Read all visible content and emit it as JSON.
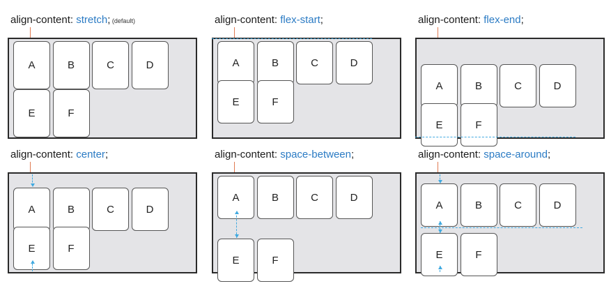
{
  "panels": [
    {
      "id": "stretch",
      "property": "align-content: ",
      "value": "stretch",
      "suffix": ";",
      "note": " (default)",
      "items": [
        "A",
        "B",
        "C",
        "D",
        "E",
        "F"
      ]
    },
    {
      "id": "flex-start",
      "property": "align-content: ",
      "value": "flex-start",
      "suffix": ";",
      "note": "",
      "items": [
        "A",
        "B",
        "C",
        "D",
        "E",
        "F"
      ]
    },
    {
      "id": "flex-end",
      "property": "align-content: ",
      "value": "flex-end",
      "suffix": ";",
      "note": "",
      "items": [
        "A",
        "B",
        "C",
        "D",
        "E",
        "F"
      ]
    },
    {
      "id": "center",
      "property": "align-content: ",
      "value": "center",
      "suffix": ";",
      "note": "",
      "items": [
        "A",
        "B",
        "C",
        "D",
        "E",
        "F"
      ]
    },
    {
      "id": "space-between",
      "property": "align-content: ",
      "value": "space-between",
      "suffix": ";",
      "note": "",
      "items": [
        "A",
        "B",
        "C",
        "D",
        "E",
        "F"
      ]
    },
    {
      "id": "space-around",
      "property": "align-content: ",
      "value": "space-around",
      "suffix": ";",
      "note": "",
      "items": [
        "A",
        "B",
        "C",
        "D",
        "E",
        "F"
      ]
    }
  ],
  "colors": {
    "value_text": "#2b7bc4",
    "container_fill": "#e4e4e7",
    "guide_dashes": "#3fa9e0",
    "caption_stem": "#e07a52"
  }
}
